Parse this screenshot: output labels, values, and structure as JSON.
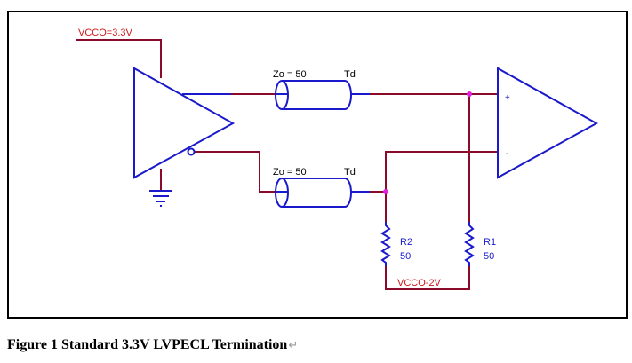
{
  "colors": {
    "wire": "#8b0a2a",
    "component": "#1a1acc",
    "label_red": "#cc1a1a",
    "label_blue": "#1a1acc",
    "junction": "#dd22dd",
    "frame": "#000000"
  },
  "labels": {
    "vcco_supply": "VCCO=3.3V",
    "zo_top": "Zo = 50",
    "td_top": "Td",
    "zo_bottom": "Zo = 50",
    "td_bottom": "Td",
    "plus": "+",
    "minus": "-",
    "r2_name": "R2",
    "r2_value": "50",
    "r1_name": "R1",
    "r1_value": "50",
    "vcco_term": "VCCO-2V"
  },
  "caption": {
    "text": "Figure 1 Standard 3.3V LVPECL Termination",
    "return_mark": "↵"
  }
}
